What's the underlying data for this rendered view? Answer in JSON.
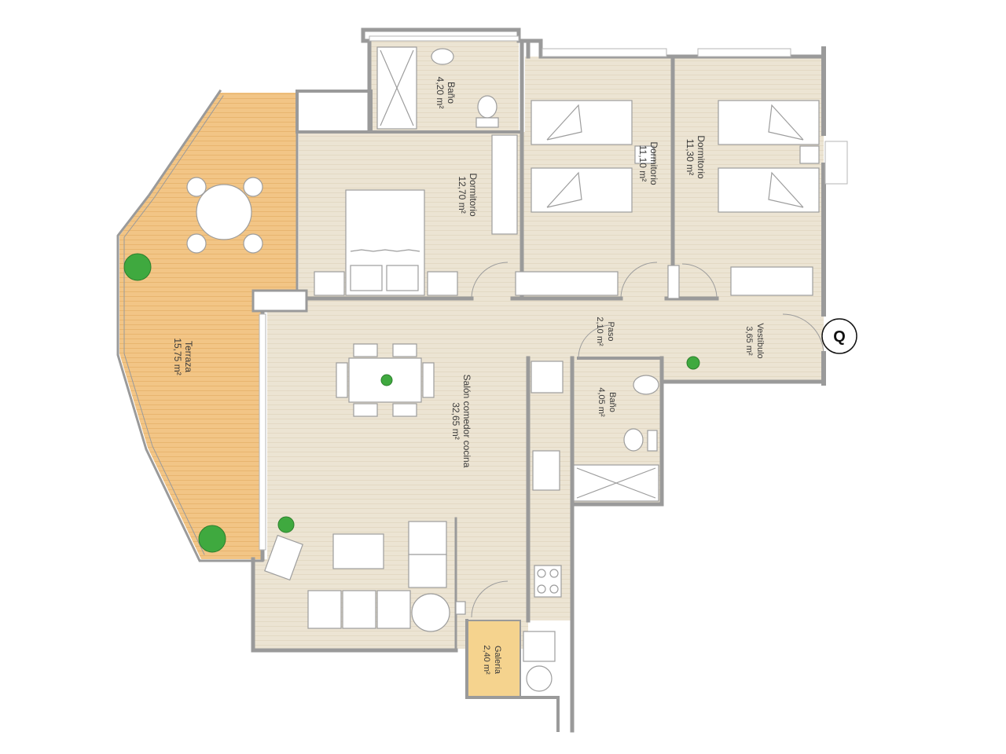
{
  "colors": {
    "floor": "#ece4d3",
    "terrace": "#f2c586",
    "galeria": "#f5d38e",
    "wall": "#9a9a9a",
    "furniture": "#ffffff",
    "furniture_stroke": "#9d9d9d",
    "plant": "#3fa93f"
  },
  "rooms": [
    {
      "name": "Baño",
      "area": "4,20 m²"
    },
    {
      "name": "Dormitorio",
      "area": "12,70 m²"
    },
    {
      "name": "Dormitorio",
      "area": "11,10 m²"
    },
    {
      "name": "Dormitorio",
      "area": "11,30 m²"
    },
    {
      "name": "Terraza",
      "area": "15,75 m²"
    },
    {
      "name": "Paso",
      "area": "2,10 m²"
    },
    {
      "name": "Vestíbulo",
      "area": "3,65 m²"
    },
    {
      "name": "Baño",
      "area": "4,05 m²"
    },
    {
      "name": "Salón comedor cocina",
      "area": "32,65 m²"
    },
    {
      "name": "Galería",
      "area": "2,40 m²"
    }
  ],
  "entrance": {
    "symbol": "Q",
    "icon": "entrance-marker-icon"
  }
}
